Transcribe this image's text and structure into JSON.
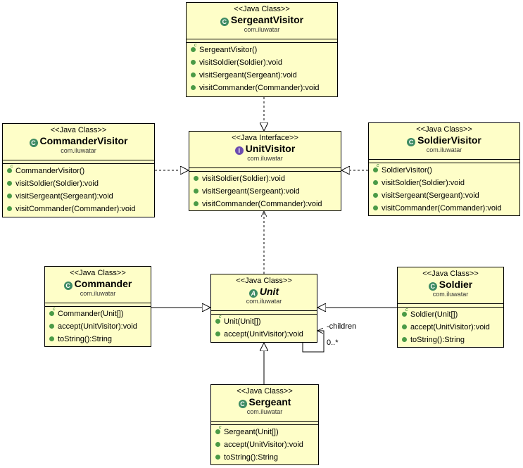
{
  "colors": {
    "box_fill": "#fefec8",
    "box_border": "#000000",
    "method_icon": "#4a9a46",
    "class_icon": "#3d8b63",
    "interface_icon": "#6b4bb0"
  },
  "boxes": {
    "sergeant_visitor": {
      "stereotype": "<<Java Class>>",
      "icon": "C",
      "name": "SergeantVisitor",
      "package": "com.iluwatar",
      "members": [
        "SergeantVisitor()",
        "visitSoldier(Soldier):void",
        "visitSergeant(Sergeant):void",
        "visitCommander(Commander):void"
      ]
    },
    "unit_visitor": {
      "stereotype": "<<Java Interface>>",
      "icon": "I",
      "name": "UnitVisitor",
      "package": "com.iluwatar",
      "members": [
        "visitSoldier(Soldier):void",
        "visitSergeant(Sergeant):void",
        "visitCommander(Commander):void"
      ]
    },
    "commander_visitor": {
      "stereotype": "<<Java Class>>",
      "icon": "C",
      "name": "CommanderVisitor",
      "package": "com.iluwatar",
      "members": [
        "CommanderVisitor()",
        "visitSoldier(Soldier):void",
        "visitSergeant(Sergeant):void",
        "visitCommander(Commander):void"
      ]
    },
    "soldier_visitor": {
      "stereotype": "<<Java Class>>",
      "icon": "C",
      "name": "SoldierVisitor",
      "package": "com.iluwatar",
      "members": [
        "SoldierVisitor()",
        "visitSoldier(Soldier):void",
        "visitSergeant(Sergeant):void",
        "visitCommander(Commander):void"
      ]
    },
    "commander": {
      "stereotype": "<<Java Class>>",
      "icon": "C",
      "name": "Commander",
      "package": "com.iluwatar",
      "members": [
        "Commander(Unit[])",
        "accept(UnitVisitor):void",
        "toString():String"
      ]
    },
    "unit": {
      "stereotype": "<<Java Class>>",
      "icon": "A",
      "name": "Unit",
      "package": "com.iluwatar",
      "members": [
        "Unit(Unit[])",
        "accept(UnitVisitor):void"
      ]
    },
    "soldier": {
      "stereotype": "<<Java Class>>",
      "icon": "C",
      "name": "Soldier",
      "package": "com.iluwatar",
      "members": [
        "Soldier(Unit[])",
        "accept(UnitVisitor):void",
        "toString():String"
      ]
    },
    "sergeant": {
      "stereotype": "<<Java Class>>",
      "icon": "C",
      "name": "Sergeant",
      "package": "com.iluwatar",
      "members": [
        "Sergeant(Unit[])",
        "accept(UnitVisitor):void",
        "toString():String"
      ]
    }
  },
  "association": {
    "role": "-children",
    "multiplicity": "0..*"
  }
}
